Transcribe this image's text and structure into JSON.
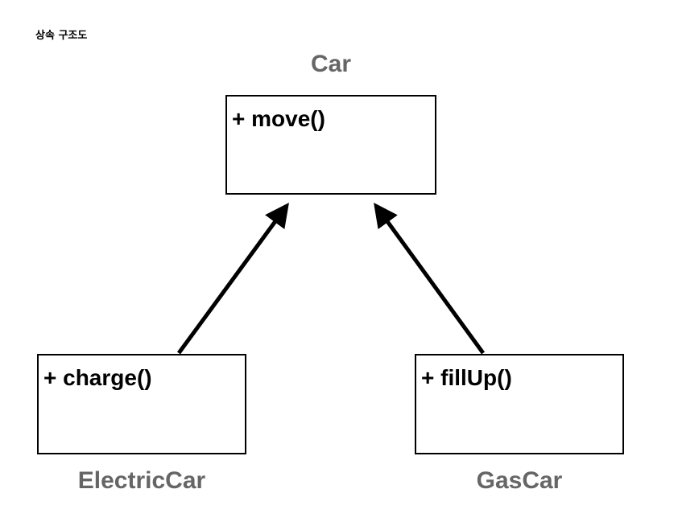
{
  "heading": "상속 구조도",
  "colors": {
    "class_name": "#666666",
    "line": "#000000",
    "background": "#ffffff"
  },
  "classes": {
    "car": {
      "name": "Car",
      "method": "+ move()"
    },
    "electric_car": {
      "name": "ElectricCar",
      "method": "+ charge()"
    },
    "gas_car": {
      "name": "GasCar",
      "method": "+ fillUp()"
    }
  }
}
